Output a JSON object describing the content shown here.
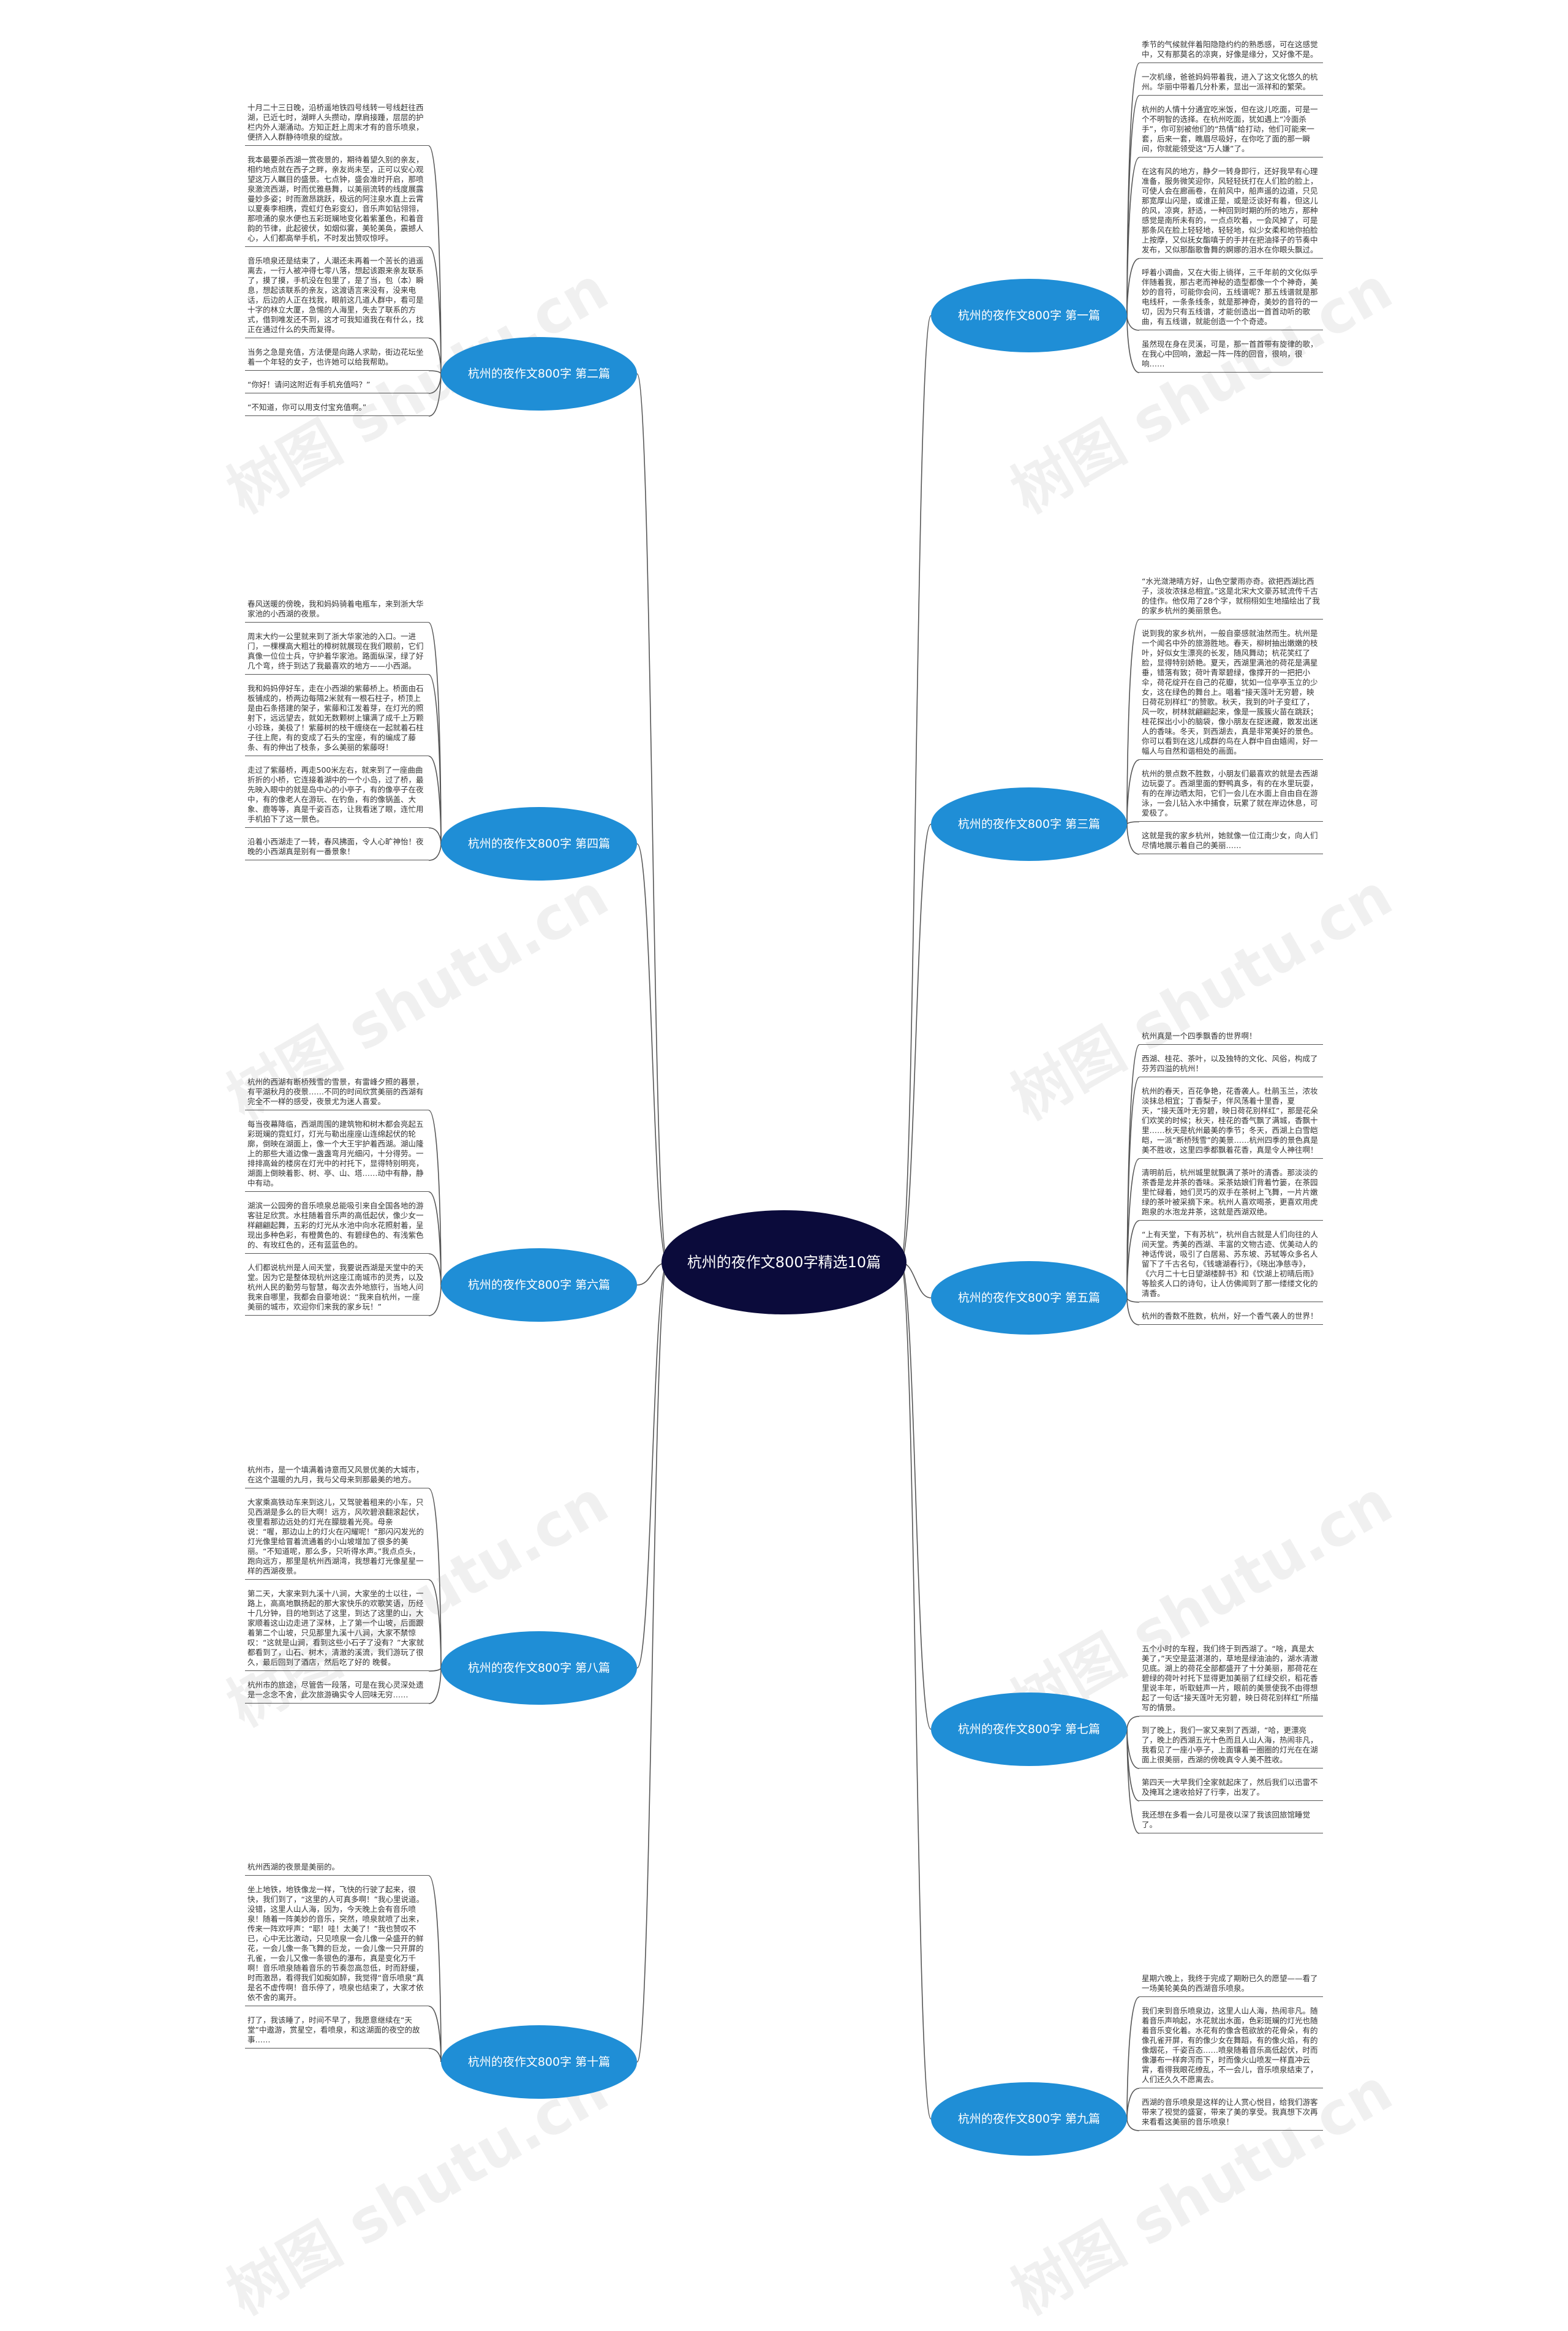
{
  "watermark": "树图 shutu.cn",
  "colors": {
    "center": "#0b0b3b",
    "branch": "#1f8ed6",
    "line": "#555555"
  },
  "center": {
    "label": "杭州的夜作文800字精选10篇"
  },
  "branches": [
    {
      "id": "b1",
      "label": "杭州的夜作文800字 第一篇",
      "side": "right",
      "leaves": [
        "季节的气候就伴着阳隐隐约约的熟悉感，可在这感觉中，又有那莫名的凉爽，好像是缘分，又好像不是。",
        "一次机缘，爸爸妈妈带着我，进入了这文化悠久的杭州。华丽中带着几分朴素，显出一派祥和的繁荣。",
        "杭州的人情十分通宜吃米饭，但在这儿吃面，可是一个不明智的选择。在杭州吃面，犹如遇上“冷面杀手”，你可别被他们的“热情”给打动，他们可能来一套，后来一套，瞧眉尽吸好，在你吃了面的那一瞬间，你就能领受这“万人嫌”了。",
        "在这有风的地方，静夕一转身即行，还好我早有心理准备，服务微笑迎你，风轻轻抚打在人们脸的脸上，可使人会在廊画卷，在前风中，船声遥的边道，只见那宽厚山闪是，或谁正是，或是泛谈好有着，但这儿的风，凉爽，舒适，一种回到时期的所的地方，那种感觉是南所未有的，一点点吹着，一会风掉了，可是那条风在脸上轻轻地，轻轻地，似少女柔和地你拍脸上按摩，又似抚女酯嗔于的手并在把油择子的节奏中发布，又似那酯歌鲁舞的婀娜的泪水在你眼头飘过。",
        "呼着小调曲，又在大街上徜徉，三千年前的文化似乎伴随着我，那古老而神秘的造型都像一个个神奇，美妙的音符，可能你会问，五线谱呢？那五线谱就是那电线杆，一条条线条，就是那神奇，美妙的音符的一切，因为只有五线谱，才能创造出一首首动听的歌曲，有五线谱，就能创造一个个奇迹。",
        "虽然现在身在灵溪，可是，那一首首带有旋律的歌，在我心中回响，激起一阵一阵的回音，很响，很响……"
      ]
    },
    {
      "id": "b2",
      "label": "杭州的夜作文800字 第二篇",
      "side": "left",
      "leaves": [
        "十月二十三日晚，沿桥遥地铁四号线转一号线赶往西湖，已近七时，湖畔人头攒动，摩肩接踵，层层的护栏内外人潮涌动。方知正赶上周末才有的音乐喷泉，便挤入人群静待喷泉的绽放。",
        "我本最要杀西湖一赏夜景的，期待着望久别的亲友，相约地点就在西子之畔，亲友尚未至，正可以安心观望这万人瞩目的盛景。七点钟，盛会准时开启，那喷泉激流西湖，时而优雅悬舞，以美丽流转的线度展露曼妙多姿；时而激昂跳跃，极远的阿注泉水直上云霄以夏奏李相携，霓虹灯色彩变幻，音乐声如钻翎翎，那喷涌的泉水便也五彩斑斓地变化着紫堇色，和着音韵的节律，此起彼伏，如烟似雾，美轮美奂，震撼人心，人们都高举手机，不时发出赞叹惊呼。",
        "音乐喷泉还是结束了，人潮还未再着一个苦长的逍遥离去，一行人被冲得七零八落，想起该跟来亲友联系了，摸了摸，手机没在包里了，是了当，包（本）瞬息，想起该联系的亲友，这渡语言来没有，没来电话，后边的人正在找我，眼前这几道人群中，看可是十字的林立大厦，急惕的人海里，失去了联系的方式，借到唯发还不到，这才可我知道我在有什么，找正在通过什么的失而复得。",
        "当务之急是充值，方法便是向路人求助，街边花坛坐着一个年轻的女子，也许她可以给我帮助。",
        "“你好！请问这附近有手机充值吗？”",
        "“不知道，你可以用支付宝充值啊。”"
      ]
    },
    {
      "id": "b3",
      "label": "杭州的夜作文800字 第三篇",
      "side": "right",
      "leaves": [
        "“水光潋滟晴方好，山色空蒙雨亦奇。欲把西湖比西子，淡妆浓抹总相宜。”这是北宋大文豪苏轼流传千古的佳作。他仅用了28个字，就栩栩如生地描绘出了我的家乡杭州的美丽景色。",
        "说到我的家乡杭州，一般自豪感就油然而生。杭州是一个闻名中外的旅游胜地。春天，柳树抽出嫩嫩的枝叶，好似女生漂亮的长发，随风舞动；杭花笑红了脸，显得特别娇艳。夏天，西湖里满池的荷花是满星垂，错落有致；荷叶青翠碧绿，像撑开的一把把小伞，荷花绽开在自己的花瓣，犹如一位亭亭玉立的少女，这在绿色的舞台上。唱着“接天莲叶无穷碧，映日荷花别样红”的赞歌。秋天，我到的叶子变红了，风一吹，树林就翩翩起来，像是一簇簇火苗在跳跃；桂花探出小小的脑袋，像小朋友在捉迷藏，散发出迷人的香味。冬天，到西湖去，真是非常美好的景色。你可以看到在这儿成群的鸟在人群中自由嬉闹，好一幅人与自然和谐相处的画面。",
        "杭州的景点数不胜数，小朋友们最喜欢的就是去西湖边玩耍了。西湖里面的野鸭真多，有的在水里玩耍，有的在岸边晒太阳，它们一会儿在水面上自由自在游泳，一会儿钻入水中捕食，玩累了就在岸边休息，可爱极了。",
        "这就是我的家乡杭州，她就像一位江南少女，向人们尽情地展示着自己的美丽……"
      ]
    },
    {
      "id": "b4",
      "label": "杭州的夜作文800字 第四篇",
      "side": "left",
      "leaves": [
        "春风送暖的傍晚，我和妈妈骑着电瓶车，来到浙大华家池的小西湖的夜景。",
        "周末大约一公里就来到了浙大华家池的入口。一进门，一棵棵高大粗壮的樟树就展现在我们眼前，它们真像一位位士兵，守护着华家池。路面纵深，绿了好几个弯，终于到达了我最喜欢的地方——小西湖。",
        "我和妈妈停好车，走在小西湖的紫藤桥上。桥面由石板铺成的，桥两边每隔2米就有一根石柱子，桥顶上是由石条搭建的架子，紫藤和江发着芽，在灯光的照射下，远远望去，就如无数颗树上镶满了成千上万颗小珍珠，美极了！紫藤树的枝干缠绕在一起就着石柱子往上爬，有的变成了石头的宝座，有的编成了藤条、有的伸出了枝条，多么美丽的紫藤呀！",
        "走过了紫藤桥，再走500米左右，就来到了一座曲曲折折的小桥，它连接着湖中的一个小岛，过了桥，最先映入眼中的就是岛中心的小亭子，有的像亭子在夜中，有的像老人在游玩、在钓鱼，有的像锅盖、大象、鹿等等，真是千姿百态，让我看迷了眼，连忙用手机拍下了这一景色。",
        "沿着小西湖走了一转，春风拂面，令人心旷神怡！夜晚的小西湖真是别有一番景象！"
      ]
    },
    {
      "id": "b5",
      "label": "杭州的夜作文800字 第五篇",
      "side": "right",
      "leaves": [
        "杭州真是一个四季飘香的世界啊！",
        "西湖、桂花、茶叶，以及独特的文化、风俗，构成了芬芳四溢的杭州！",
        "杭州的春天，百花争艳，花香袭人。杜鹃玉兰，浓妆淡抹总相宜；丁香梨子，伴风荡着十里香，夏天，“接天莲叶无穷碧，映日荷花别样红”，那是花朵们欢笑的时候；秋天，桂花的香气飘了满城，香飘十里……秋天是杭州最美的季节；冬天，西湖上白雪皑皑，一派“断桥残雪”的美景……杭州四季的景色真是美不胜收，这里四季都飘着花香，真是令人神往啊！",
        "清明前后，杭州城里就飘满了茶叶的清香。那淡淡的茶香是龙井茶的香味。采茶姑娘们背着竹篓，在茶园里忙碌着，她们灵巧的双手在茶树上飞舞，一片片嫩绿的茶叶被采摘下来。杭州人喜欢喝茶，更喜欢用虎跑泉的水泡龙井茶，这就是西湖双绝。",
        "“上有天堂，下有苏杭”，杭州自古就是人们向往的人间天堂。秀美的西湖、丰富的文物古迹、优美动人的神话传说，吸引了白居易、苏东坡、苏轼等众多名人留下了千古名句，《钱塘湖春行》，《晓出净慈寺》，《六月二十七日望湖楼醉书》和《饮湖上初晴后雨》等脍炙人口的诗句，让人仿佛闻到了那一缕缕文化的清香。",
        "杭州的香数不胜数，杭州，好一个香气袭人的世界！"
      ]
    },
    {
      "id": "b6",
      "label": "杭州的夜作文800字 第六篇",
      "side": "left",
      "leaves": [
        "杭州的西湖有断桥残雪的雪景，有雷峰夕照的暮景，有平湖秋月的夜景……不同的时间欣赏美丽的西湖有完全不一样的感受，夜景尤为迷人喜爱。",
        "每当夜幕降临，西湖周围的建筑物和树木都会亮起五彩斑斓的霓虹灯，灯光与勒出座座山连绵起伏的轮廓，倒映在湖面上，像一个大王宇护着西湖。湖山隆上的那些大道边像一盏盏弯月光细闪，十分得劳。一排排高耸的楼房在灯光中的衬托下，显得特别明亮，湖面上倒映着影、树、亭、山、塔……动中有静，静中有动。",
        "湖滨一公园旁的音乐喷泉总能吸引来自全国各地的游客驻足欣赏。水柱随着音乐声的高低起伏，像少女一样翩翩起舞，五彩的灯光从水池中向水花照射着，呈现出多种色彩，有橙黄色的、有碧绿色的、有浅紫色的、有玫红色的，还有蓝蓝色的。",
        "人们都说杭州是人间天堂，我要说西湖是天堂中的天堂。因为它是整体现杭州这座江南城市的灵秀，以及杭州人民的勤劳与智慧，每次去外地旅行，当地人问我来自哪里，我都会自豪地说：“我来自杭州，一座美丽的城市，欢迎你们来我的家乡玩！”"
      ]
    },
    {
      "id": "b7",
      "label": "杭州的夜作文800字 第七篇",
      "side": "right",
      "leaves": [
        "五个小时的车程，我们终于到西湖了。“啥，真是太美了，”天空是蓝湛湛的，草地是绿油油的，湖水清澈见底。湖上的荷花全部都盛开了十分美丽，那荷花在碧绿的荷叶衬托下显得更加美丽了红绿交织，稻花香里说丰年，听取蛙声一片，眼前的美景使我不由得想起了一句话“接天莲叶无穷碧，映日荷花别样红”所描写的情景。",
        "到了晚上，我们一家又来到了西湖，“哈，更漂亮了，晚上的西湖五光十色而且人山人海，热闹非凡，我看见了一座小亭子，上面镶着一圈圈的灯光在在湖面上很美丽，西湖的傍晚真令人美不胜收。",
        "第四天一大早我们全家就起床了，然后我们以迅雷不及掩耳之速收拾好了行李，出发了。",
        "我还想在多看一会儿可是夜以深了我该回旅馆睡觉了。"
      ]
    },
    {
      "id": "b8",
      "label": "杭州的夜作文800字 第八篇",
      "side": "left",
      "leaves": [
        "杭州市，是一个填满着诗意而又风景优美的大城市，在这个温暖的九月，我与父母来到那最美的地方。",
        "大家乘高铁动车来到这儿，又驾驶着租来的小车，只见西湖是多么的巨大啊！远方，风吹碧浪翻滚起伏，夜里看那边远处的灯光在朦胧着光亮。母亲说：“喔，那边山上的灯火在闪耀呢！”那闪闪发光的灯光像里给冒着流通着的小山坡增加了很多的美丽。“不知道呢，那么多，只听得水声。”我点点头，跑向远方，那里是杭州西湖湾，我想着灯光像星星一样的西湖夜景。",
        "第二天，大家来到九溪十八涧，大家坐的士以往，一路上，高高地飘扬起的那大家快乐的欢歌笑语，历经十几分钟，目的地到达了这里，到达了这里的山，大家顺着这山边走进了深林，上了第一个山坡，后面跟着第二个山坡，只见那里九溪十八涧，大家不禁惊叹：“这就是山涧，看到这些小石子了没有？”大家就都看到了，山石、树木，清澈的溪流，我们游玩了很久，最后回到了酒店，然后吃了好的 晚餐。",
        "杭州市的旅途，尽管告一段落，可是在我心灵深处遗是一念念不舍，此次旅游确实令人回味无穷……"
      ]
    },
    {
      "id": "b9",
      "label": "杭州的夜作文800字 第九篇",
      "side": "right",
      "leaves": [
        "星期六晚上，我终于完成了期盼已久的愿望——看了一场美轮美奂的西湖音乐喷泉。",
        "我们来到音乐喷泉边，这里人山人海，热闹非凡。随着音乐声响起，水花就出水面，色彩斑斓的灯光也随着音乐变化着。水花有的像含苞欲放的花骨朵，有的像孔雀开屏，有的像少女在舞蹈，有的像火焰，有的像烟花，千姿百态……喷泉随着音乐高低起伏，时而像瀑布一样奔泻而下，时而像火山喷发一样直冲云霄，看得我眼花缭乱，不一会儿，音乐喷泉结束了，人们还久久不愿离去。",
        "西湖的音乐喷泉是这样的让人赏心悦目，给我们游客带来了视觉的盛宴，带来了美的享受。我真想下次再来看看这美丽的音乐喷泉！"
      ]
    },
    {
      "id": "b10",
      "label": "杭州的夜作文800字 第十篇",
      "side": "left",
      "leaves": [
        "杭州西湖的夜景是美丽的。",
        "坐上地铁，地铁像龙一样，飞快的行驶了起来，很快，我们到了，“这里的人可真多啊！”我心里说道。没错，这里人山人海，因为，今天晚上会有音乐喷泉！随着一阵美妙的音乐，突然，喷泉就喷了出来，传来一阵欢呼声：“耶！哇！太美了！”我也赞叹不已，心中无比激动，只见喷泉一会儿像一朵盛开的鲜花，一会儿像一条飞舞的巨龙，一会儿像一只开屏的孔雀，一会儿又像一条银色的瀑布，真是变化万千啊！音乐喷泉随着音乐的节奏忽高忽低，时而舒缓，时而激昂，看得我们如痴如醉，我觉得“音乐喷泉”真是名不虚传啊！音乐停了，喷泉也结束了，大家才依依不舍的离开。",
        "打了，我该睡了，时间不早了，我愿意继续在“天堂”中遨游，赏星空，看喷泉，和这湖面的夜空的故事……"
      ]
    }
  ]
}
